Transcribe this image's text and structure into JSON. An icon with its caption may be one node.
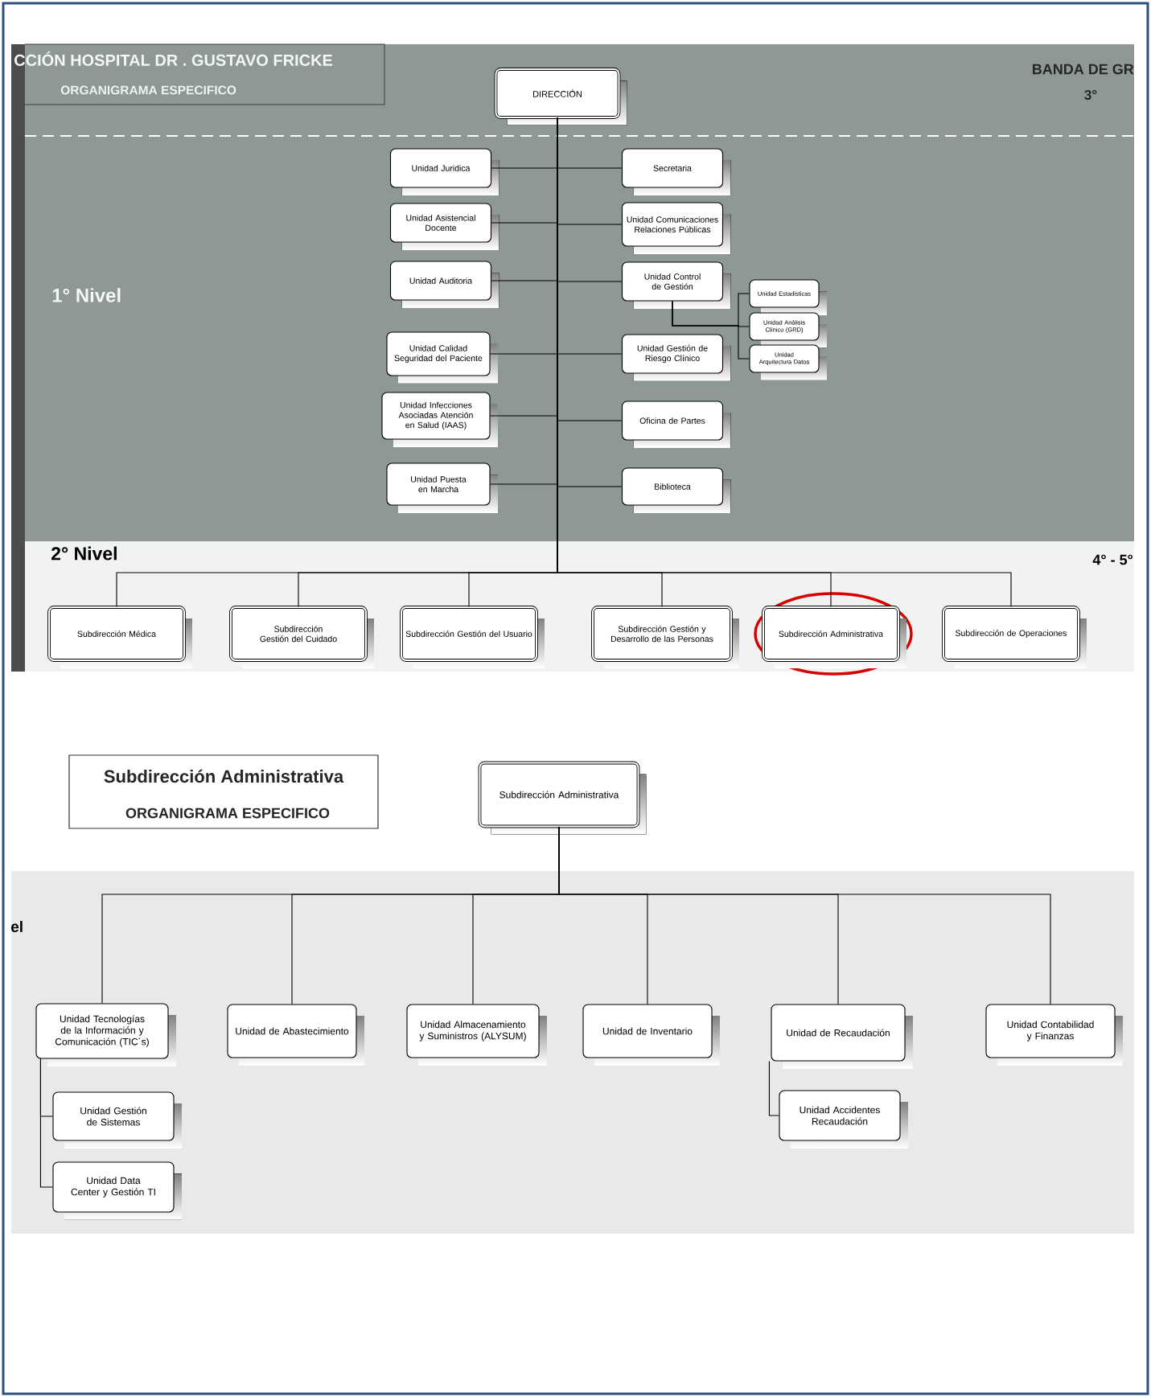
{
  "diagram": {
    "nodes": [
      {
        "text": [
          "DIRECCIÓN"
        ]
      },
      {
        "text": [
          "Unidad Juridica"
        ]
      },
      {
        "text": [
          "Secretaria"
        ]
      },
      {
        "text": [
          "Unidad Asistencial Docente"
        ]
      },
      {
        "text": [
          "Unidad Comunicaciones Relaciones Públicas"
        ]
      },
      {
        "text": [
          "Unidad Auditoria"
        ]
      },
      {
        "text": [
          "Unidad Control de Gestión"
        ]
      },
      {
        "text": [
          "Unidad Estadisticas"
        ]
      },
      {
        "text": [
          "Unidad Análisis Clínico (GRD)"
        ]
      },
      {
        "text": [
          "Unidad Arquitectura Datos"
        ]
      },
      {
        "text": [
          "Unidad Calidad Seguridad del Paciente"
        ]
      },
      {
        "text": [
          "Unidad Gestión de Riesgo Clínico"
        ]
      },
      {
        "text": [
          "Unidad Infecciones Asociadas Atención en Salud (IAAS)"
        ]
      },
      {
        "text": [
          "Oficina de Partes"
        ]
      },
      {
        "text": [
          "Unidad Puesta en Marcha"
        ]
      },
      {
        "text": [
          "Biblioteca"
        ]
      },
      {
        "text": [
          "Subdirección Médica"
        ]
      },
      {
        "text": [
          "Subdirección Gestión del Cuidado"
        ]
      },
      {
        "text": [
          "Subdirección Gestión del Usuario"
        ]
      },
      {
        "text": [
          "Subdirección Gestión y Desarrollo de las Personas"
        ]
      },
      {
        "text": [
          "Subdirección Administrativa"
        ]
      },
      {
        "text": [
          "Subdirección de Operaciones"
        ]
      },
      {
        "text": [
          "Subdirección Administrativa"
        ]
      },
      {
        "text": [
          "Unidad Tecnologías de la Información y Comunicación (TIC´s)"
        ]
      },
      {
        "text": [
          "Unidad de Abastecimiento"
        ]
      },
      {
        "text": [
          "Unidad Almacenamiento y Suministros (ALYSUM)"
        ]
      },
      {
        "text": [
          "Unidad de Inventario"
        ]
      },
      {
        "text": [
          "Unidad de Recaudación"
        ]
      },
      {
        "text": [
          "Unidad Contabilidad y Finanzas"
        ]
      },
      {
        "text": [
          "Unidad Gestión de Sistemas"
        ]
      },
      {
        "text": [
          "Unidad Data Center y Gestión TI"
        ]
      },
      {
        "text": [
          "Unidad Accidentes Recaudación"
        ]
      }
    ],
    "edges": [
      {
        "from": 0,
        "to": 1,
        "arrow": "none"
      },
      {
        "from": 0,
        "to": 2,
        "arrow": "none"
      },
      {
        "from": 0,
        "to": 3,
        "arrow": "none"
      },
      {
        "from": 0,
        "to": 4,
        "arrow": "none"
      },
      {
        "from": 0,
        "to": 5,
        "arrow": "none"
      },
      {
        "from": 0,
        "to": 6,
        "arrow": "none"
      },
      {
        "from": 6,
        "to": 7,
        "arrow": "none"
      },
      {
        "from": 6,
        "to": 8,
        "arrow": "none"
      },
      {
        "from": 6,
        "to": 9,
        "arrow": "none"
      },
      {
        "from": 0,
        "to": 10,
        "arrow": "none"
      },
      {
        "from": 0,
        "to": 11,
        "arrow": "none"
      },
      {
        "from": 0,
        "to": 12,
        "arrow": "none"
      },
      {
        "from": 0,
        "to": 13,
        "arrow": "none"
      },
      {
        "from": 0,
        "to": 14,
        "arrow": "none"
      },
      {
        "from": 0,
        "to": 15,
        "arrow": "none"
      },
      {
        "from": 0,
        "to": 16,
        "arrow": "none"
      },
      {
        "from": 0,
        "to": 17,
        "arrow": "none"
      },
      {
        "from": 0,
        "to": 18,
        "arrow": "none"
      },
      {
        "from": 0,
        "to": 19,
        "arrow": "none"
      },
      {
        "from": 0,
        "to": 20,
        "arrow": "none"
      },
      {
        "from": 0,
        "to": 21,
        "arrow": "none"
      },
      {
        "from": 22,
        "to": 23,
        "arrow": "none"
      },
      {
        "from": 22,
        "to": 24,
        "arrow": "none"
      },
      {
        "from": 22,
        "to": 25,
        "arrow": "none"
      },
      {
        "from": 22,
        "to": 26,
        "arrow": "none"
      },
      {
        "from": 22,
        "to": 27,
        "arrow": "none"
      },
      {
        "from": 22,
        "to": 28,
        "arrow": "none"
      },
      {
        "from": 23,
        "to": 29,
        "arrow": "none"
      },
      {
        "from": 23,
        "to": 30,
        "arrow": "none"
      },
      {
        "from": 27,
        "to": 31,
        "arrow": "none"
      }
    ],
    "labels": [
      "CCIÓN HOSPITAL DR . GUSTAVO FRICKE",
      "ORGANIGRAMA ESPECIFICO",
      "BANDA DE GR",
      "3°",
      "1° Nivel",
      "2° Nivel",
      "4° - 5°",
      "Subdirección Administrativa",
      "ORGANIGRAMA ESPECIFICO",
      "el"
    ]
  }
}
